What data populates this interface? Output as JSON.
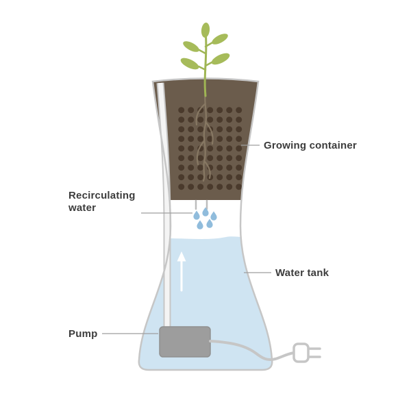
{
  "labels": {
    "growing_container": "Growing container",
    "recirculating_water_line1": "Recirculating",
    "recirculating_water_line2": "water",
    "water_tank": "Water tank",
    "pump": "Pump"
  },
  "colors": {
    "background": "#ffffff",
    "leaf_green": "#a6bb5a",
    "stem_green": "#9fb554",
    "soil_brown": "#6b5c4c",
    "soil_dot": "#4a3a2c",
    "root_tan": "#8b7c66",
    "water_blue": "#cfe4f2",
    "drop_blue": "#90bcdc",
    "vessel_outline": "#c6c6c6",
    "tube_outline": "#c6c6c6",
    "tube_fill": "#f4f4f4",
    "spout_gray": "#bdbdbd",
    "pump_gray": "#9d9d9d",
    "pump_edge": "#909090",
    "cord_gray": "#c6c6c6",
    "arrow_white": "#ffffff",
    "leader_line": "#9e9e9e",
    "label_text": "#3c3c3c"
  }
}
